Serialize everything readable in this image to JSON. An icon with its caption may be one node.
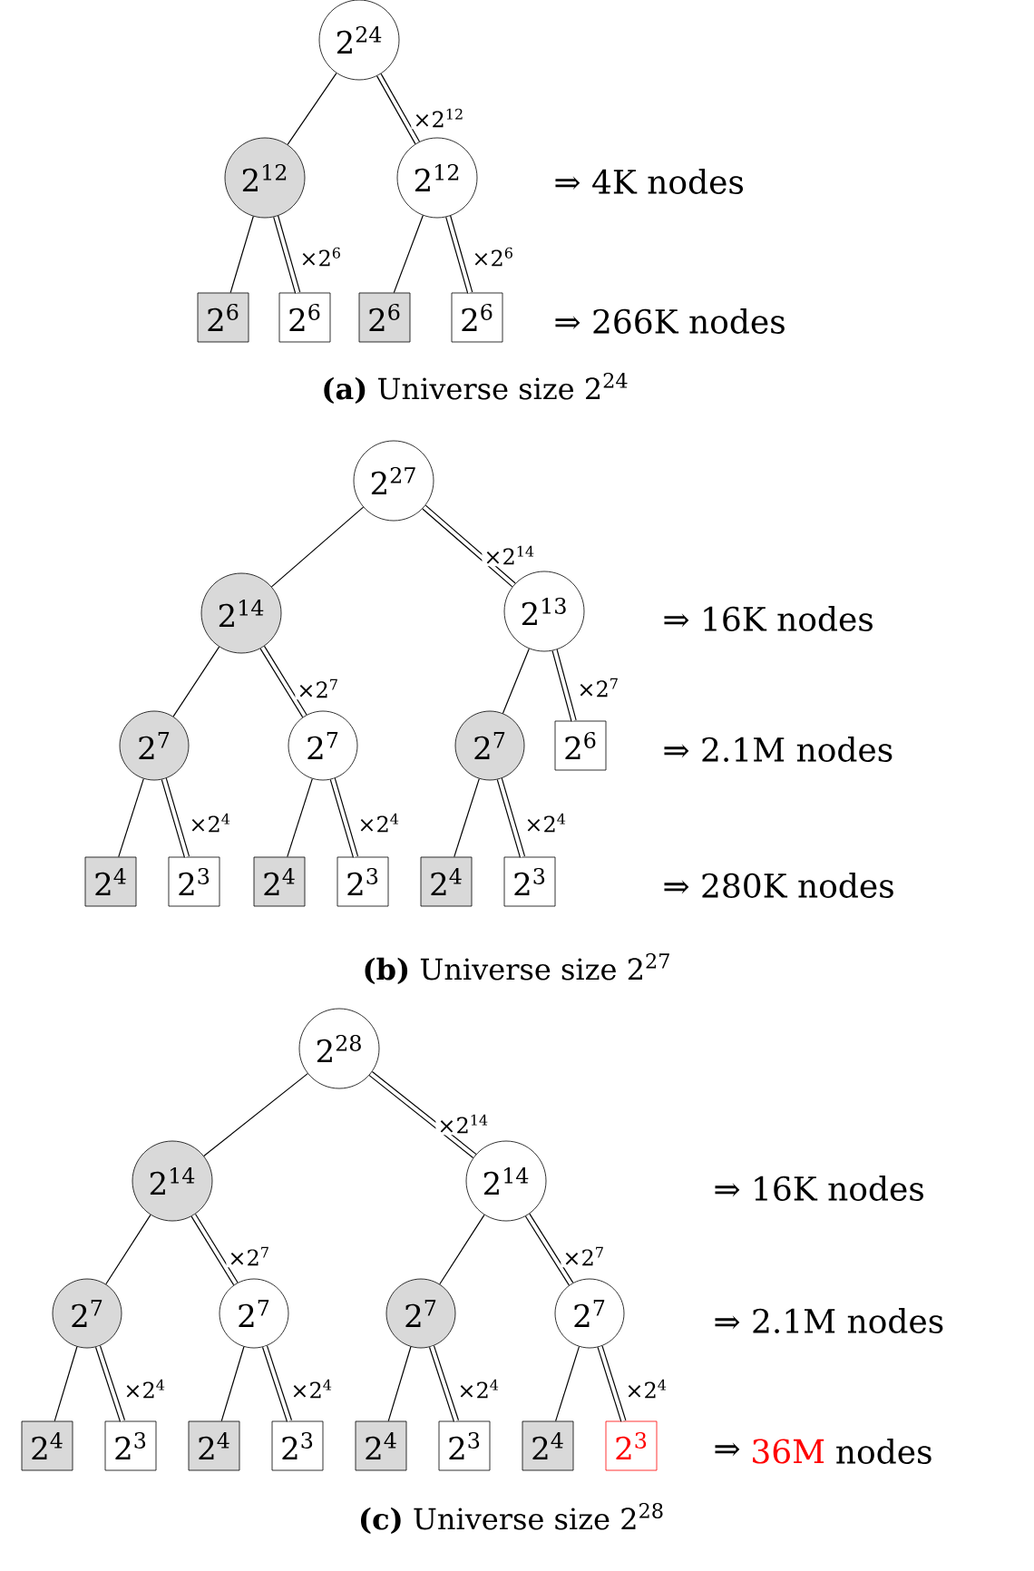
{
  "diagram": {
    "nodes": [
      {
        "text": [
          "2$^{24}$"
        ]
      },
      {
        "text": [
          "2$^{12}$"
        ]
      },
      {
        "text": [
          "2$^{12}$"
        ]
      },
      {
        "text": [
          "2$^{6}$"
        ]
      },
      {
        "text": [
          "2$^{6}$"
        ]
      },
      {
        "text": [
          "2$^{6}$"
        ]
      },
      {
        "text": [
          "2$^{6}$"
        ]
      },
      {
        "text": [
          "2$^{27}$"
        ]
      },
      {
        "text": [
          "2$^{14}$"
        ]
      },
      {
        "text": [
          "2$^{13}$"
        ]
      },
      {
        "text": [
          "2$^{7}$"
        ]
      },
      {
        "text": [
          "2$^{7}$"
        ]
      },
      {
        "text": [
          "2$^{7}$"
        ]
      },
      {
        "text": [
          "2$^{6}$"
        ]
      },
      {
        "text": [
          "2$^{4}$"
        ]
      },
      {
        "text": [
          "2$^{3}$"
        ]
      },
      {
        "text": [
          "2$^{4}$"
        ]
      },
      {
        "text": [
          "2$^{3}$"
        ]
      },
      {
        "text": [
          "2$^{4}$"
        ]
      },
      {
        "text": [
          "2$^{3}$"
        ]
      },
      {
        "text": [
          "2$^{28}$"
        ]
      },
      {
        "text": [
          "2$^{14}$"
        ]
      },
      {
        "text": [
          "2$^{14}$"
        ]
      },
      {
        "text": [
          "2$^{7}$"
        ]
      },
      {
        "text": [
          "2$^{7}$"
        ]
      },
      {
        "text": [
          "2$^{7}$"
        ]
      },
      {
        "text": [
          "2$^{7}$"
        ]
      },
      {
        "text": [
          "2$^{4}$"
        ]
      },
      {
        "text": [
          "2$^{3}$"
        ]
      },
      {
        "text": [
          "2$^{4}$"
        ]
      },
      {
        "text": [
          "2$^{3}$"
        ]
      },
      {
        "text": [
          "2$^{4}$"
        ]
      },
      {
        "text": [
          "2$^{3}$"
        ]
      },
      {
        "text": [
          "2$^{4}$"
        ]
      },
      {
        "text": [
          "2$^{3}$"
        ]
      }
    ],
    "edges": [
      {
        "from": 0,
        "to": 1,
        "arrow": "none"
      },
      {
        "from": 0,
        "to": 2,
        "arrow": "none",
        "style": "thick",
        "label": "×2$^{12}$"
      },
      {
        "from": 1,
        "to": 3,
        "arrow": "none"
      },
      {
        "from": 1,
        "to": 4,
        "arrow": "none",
        "style": "thick",
        "label": "×2$^{6}$"
      },
      {
        "from": 2,
        "to": 5,
        "arrow": "none"
      },
      {
        "from": 2,
        "to": 6,
        "arrow": "none",
        "style": "thick",
        "label": "×2$^{6}$"
      },
      {
        "from": 7,
        "to": 8,
        "arrow": "none"
      },
      {
        "from": 7,
        "to": 9,
        "arrow": "none",
        "style": "thick",
        "label": "×2$^{14}$"
      },
      {
        "from": 8,
        "to": 10,
        "arrow": "none"
      },
      {
        "from": 8,
        "to": 11,
        "arrow": "none",
        "style": "thick",
        "label": "×2$^{7}$"
      },
      {
        "from": 9,
        "to": 12,
        "arrow": "none"
      },
      {
        "from": 9,
        "to": 13,
        "arrow": "none",
        "style": "thick",
        "label": "×2$^{7}$"
      },
      {
        "from": 10,
        "to": 14,
        "arrow": "none"
      },
      {
        "from": 10,
        "to": 15,
        "arrow": "none",
        "style": "thick",
        "label": "×2$^{4}$"
      },
      {
        "from": 11,
        "to": 16,
        "arrow": "none"
      },
      {
        "from": 11,
        "to": 17,
        "arrow": "none",
        "style": "thick",
        "label": "×2$^{4}$"
      },
      {
        "from": 12,
        "to": 18,
        "arrow": "none"
      },
      {
        "from": 12,
        "to": 19,
        "arrow": "none",
        "style": "thick",
        "label": "×2$^{4}$"
      },
      {
        "from": 20,
        "to": 21,
        "arrow": "none"
      },
      {
        "from": 20,
        "to": 22,
        "arrow": "none",
        "style": "thick",
        "label": "×2$^{14}$"
      },
      {
        "from": 21,
        "to": 23,
        "arrow": "none"
      },
      {
        "from": 21,
        "to": 24,
        "arrow": "none",
        "style": "thick",
        "label": "×2$^{7}$"
      },
      {
        "from": 22,
        "to": 25,
        "arrow": "none"
      },
      {
        "from": 22,
        "to": 26,
        "arrow": "none",
        "style": "thick",
        "label": "×2$^{7}$"
      },
      {
        "from": 23,
        "to": 27,
        "arrow": "none"
      },
      {
        "from": 23,
        "to": 28,
        "arrow": "none",
        "style": "thick",
        "label": "×2$^{4}$"
      },
      {
        "from": 24,
        "to": 29,
        "arrow": "none"
      },
      {
        "from": 24,
        "to": 30,
        "arrow": "none",
        "style": "thick",
        "label": "×2$^{4}$"
      },
      {
        "from": 25,
        "to": 31,
        "arrow": "none"
      },
      {
        "from": 25,
        "to": 32,
        "arrow": "none",
        "style": "thick",
        "label": "×2$^{4}$"
      },
      {
        "from": 26,
        "to": 33,
        "arrow": "none"
      },
      {
        "from": 26,
        "to": 34,
        "arrow": "none",
        "style": "thick",
        "label": "×2$^{4}$"
      }
    ],
    "labels": [
      "⇒ 4K nodes",
      "⇒ 266K nodes",
      "**(a)** Universe size 2$^{24}$",
      "⇒ 16K nodes",
      "⇒ 2.1M nodes",
      "⇒ 280K nodes",
      "**(b)** Universe size 2$^{27}$",
      "⇒ 16K nodes",
      "⇒ 2.1M nodes",
      "⇒",
      "36M",
      "nodes",
      "**(c)** Universe size 2$^{28}$"
    ]
  }
}
